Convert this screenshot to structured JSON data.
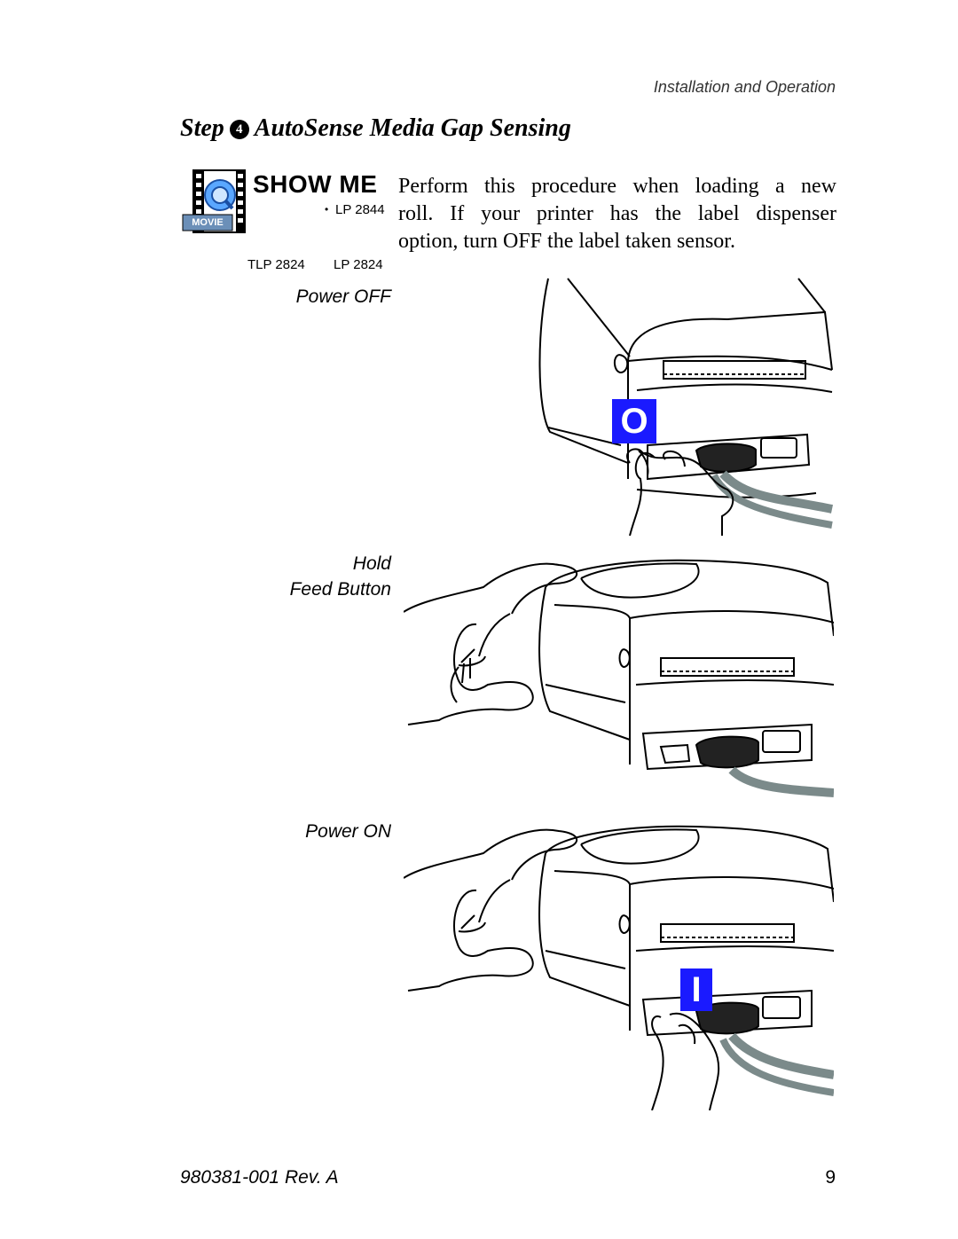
{
  "header": {
    "section": "Installation and Operation"
  },
  "step": {
    "prefix": "Step",
    "number": "4",
    "title": "AutoSense Media Gap Sensing"
  },
  "show_me": {
    "label": "SHOW ME",
    "movie_badge": "MOVIE",
    "models_row1": "LP 2844",
    "models_row2": [
      "TLP 2824",
      "LP 2824"
    ]
  },
  "intro_lines": [
    "Perform this procedure when loading a new",
    "roll.  If your printer has the label dispenser",
    "option, turn OFF the label taken sensor."
  ],
  "steps": [
    {
      "label": "Power OFF",
      "badge": "O",
      "badge_color": "#1a1aff"
    },
    {
      "label_line1": "Hold",
      "label_line2": "Feed Button"
    },
    {
      "label": "Power ON",
      "badge": "I",
      "badge_color": "#1a1aff"
    }
  ],
  "footer": {
    "doc_id": "980381-001 Rev. A",
    "page": "9"
  }
}
